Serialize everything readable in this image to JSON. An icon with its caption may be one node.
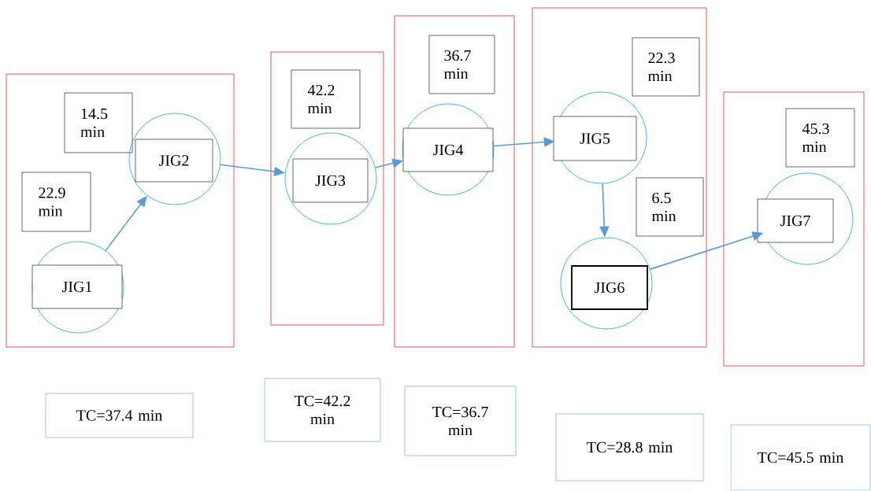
{
  "diagram": {
    "nodes": [
      {
        "text": [],
        "shape": "box"
      },
      {
        "text": [
          "14.5 min"
        ],
        "in": 0
      },
      {
        "text": [
          "JIG2"
        ],
        "in": 0
      },
      {
        "text": [
          "22.9 min"
        ],
        "in": 0
      },
      {
        "text": [
          "JIG1"
        ],
        "in": 0
      },
      {
        "text": [],
        "shape": "box"
      },
      {
        "text": [
          "42.2 min"
        ],
        "in": 5
      },
      {
        "text": [
          "JIG3"
        ],
        "in": 5
      },
      {
        "text": [],
        "shape": "box"
      },
      {
        "text": [
          "36.7 min"
        ],
        "in": 8
      },
      {
        "text": [
          "JIG4"
        ],
        "in": 8
      },
      {
        "text": [],
        "shape": "box"
      },
      {
        "text": [
          "22.3 min"
        ],
        "in": 11
      },
      {
        "text": [
          "JIG5"
        ],
        "in": 11
      },
      {
        "text": [
          "6.5 min"
        ],
        "in": 11
      },
      {
        "text": [
          "JIG6"
        ],
        "in": 11
      },
      {
        "text": [],
        "shape": "box"
      },
      {
        "text": [
          "45.3 min"
        ],
        "in": 16
      },
      {
        "text": [
          "JIG7"
        ],
        "in": 16
      },
      {
        "text": [
          "TC=37.4 min"
        ]
      },
      {
        "text": [
          "TC=42.2 min"
        ]
      },
      {
        "text": [
          "TC=36.7 min"
        ]
      },
      {
        "text": [
          "TC=28.8 min"
        ]
      },
      {
        "text": [
          "TC=45.5 min"
        ]
      }
    ],
    "edges": [
      {
        "from": 4,
        "to": 2,
        "arrow": "to"
      },
      {
        "from": 2,
        "to": 7,
        "arrow": "to"
      },
      {
        "from": 7,
        "to": 10,
        "arrow": "to"
      },
      {
        "from": 10,
        "to": 13,
        "arrow": "to"
      },
      {
        "from": 13,
        "to": 15,
        "arrow": "to"
      },
      {
        "from": 15,
        "to": 18,
        "arrow": "to"
      }
    ]
  }
}
